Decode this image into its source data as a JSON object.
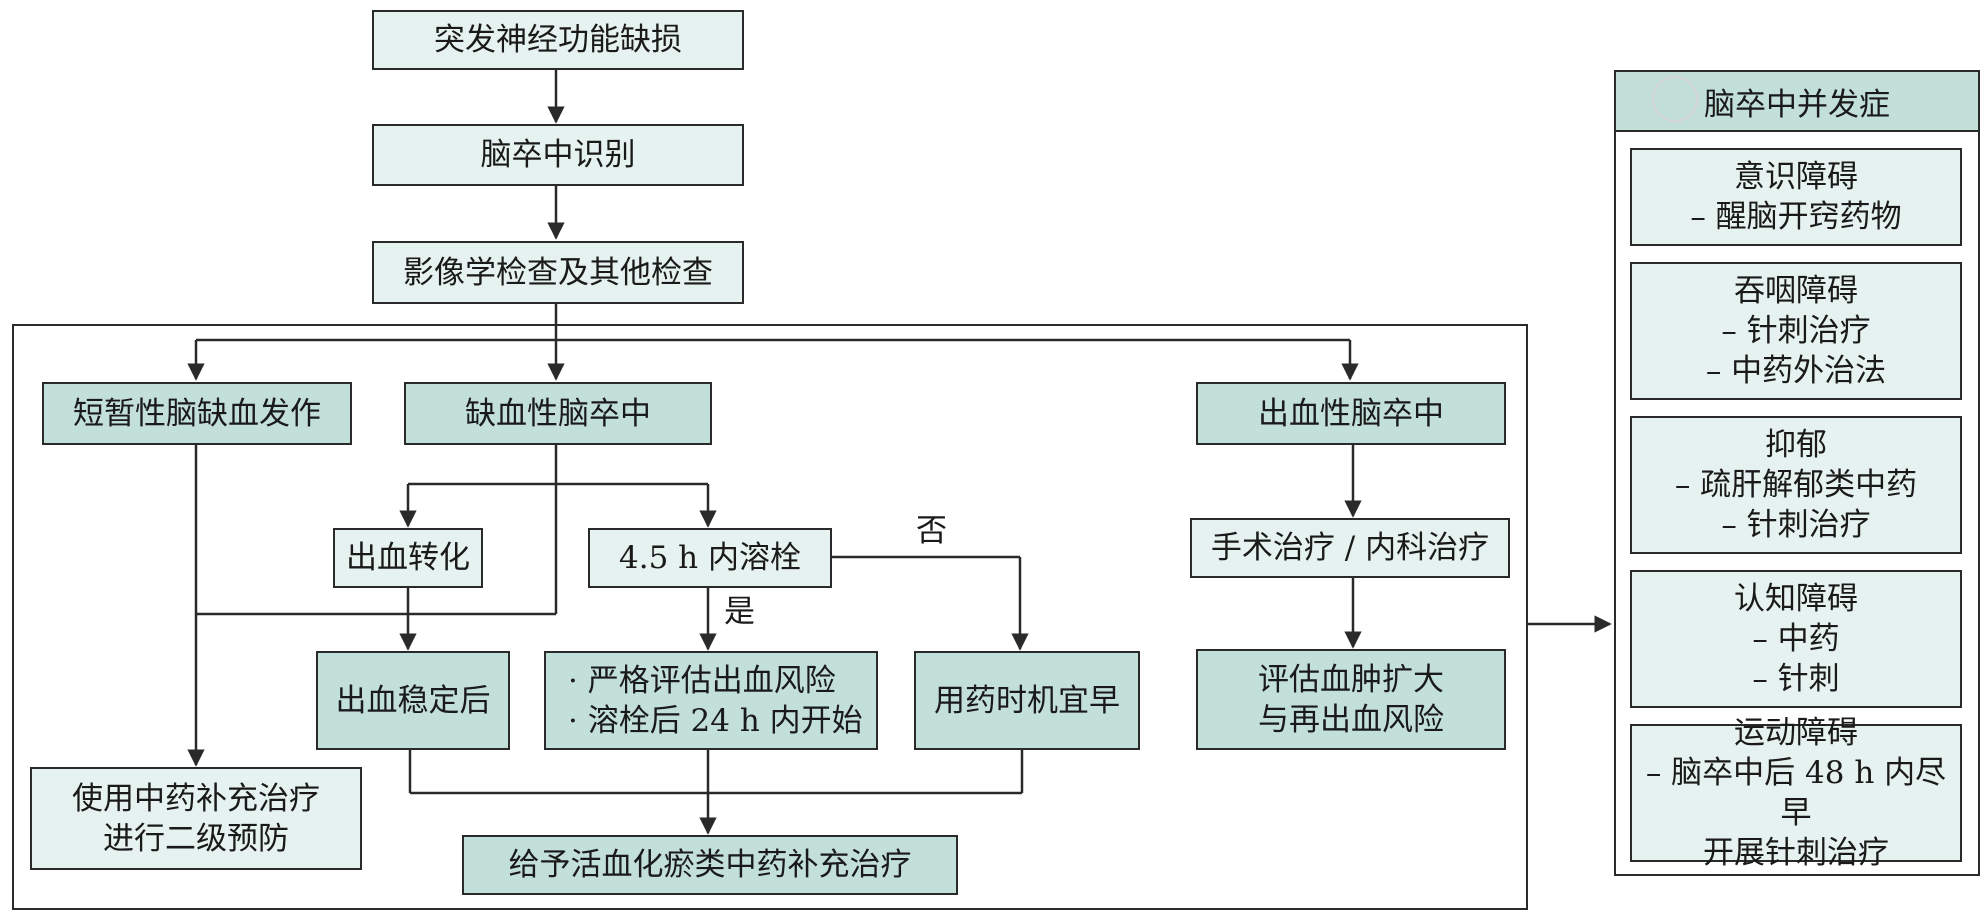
{
  "flow": {
    "deficit": "突发神经功能缺损",
    "recognition": "脑卒中识别",
    "imaging": "影像学检查及其他检查",
    "tia": "短暂性脑缺血发作",
    "ischemic": "缺血性脑卒中",
    "hemorrhagic": "出血性脑卒中",
    "hemo_transform": "出血转化",
    "thrombolysis": "4.5 h 内溶栓",
    "label_no": "否",
    "label_yes": "是",
    "hemo_stable": "出血稳定后",
    "eval_lines": [
      "· 严格评估出血风险",
      "· 溶栓后 24 h 内开始"
    ],
    "early_med": "用药时机宜早",
    "tcm_secondary": [
      "使用中药补充治疗",
      "进行二级预防"
    ],
    "blood_tcm": "给予活血化瘀类中药补充治疗",
    "surgery": "手术治疗 / 内科治疗",
    "hematoma": [
      "评估血肿扩大",
      "与再出血风险"
    ]
  },
  "complications": {
    "title": "脑卒中并发症",
    "items": [
      {
        "name": "意识障碍",
        "lines": [
          "– 醒脑开窍药物"
        ]
      },
      {
        "name": "吞咽障碍",
        "lines": [
          "– 针刺治疗",
          "– 中药外治法"
        ]
      },
      {
        "name": "抑郁",
        "lines": [
          "– 疏肝解郁类中药",
          "– 针刺治疗"
        ]
      },
      {
        "name": "认知障碍",
        "lines": [
          "– 中药",
          "– 针刺"
        ]
      },
      {
        "name": "运动障碍",
        "lines": [
          "– 脑卒中后 48 h 内尽早",
          "开展针刺治疗"
        ]
      }
    ]
  },
  "colors": {
    "light_fill": "#e6f2ef",
    "dark_fill": "#c3dfd9",
    "stroke": "#2a2a2a"
  }
}
